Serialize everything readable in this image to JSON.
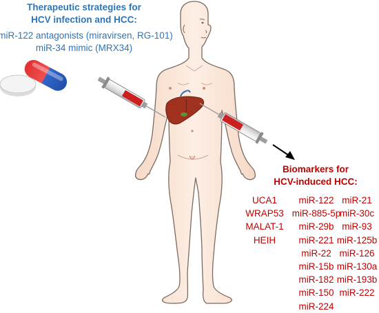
{
  "therapy": {
    "title_line1": "Therapeutic strategies for",
    "title_line2": "HCV infection and HCC:",
    "item1": "miR-122 antagonists (miravirsen, RG-101)",
    "item2": "miR-34 mimic (MRX34)"
  },
  "biomarkers": {
    "title_line1": "Biomarkers for",
    "title_line2": "HCV-induced HCC:",
    "lncrna": [
      "UCA1",
      "WRAP53",
      "MALAT-1",
      "HEIH"
    ],
    "mirna_col1": [
      "miR-122",
      "miR-885-5p",
      "miR-29b",
      "miR-221",
      "miR-22",
      "miR-15b",
      "miR-182",
      "miR-150",
      "miR-224"
    ],
    "mirna_col2": [
      "miR-21",
      "miR-30c",
      "miR-93",
      "miR-125b",
      "miR-126",
      "miR-130a",
      "miR-193b",
      "miR-222"
    ]
  },
  "colors": {
    "therapy_text": "#2e75b6",
    "biomarker_text": "#c00000",
    "body_fill": "#fbe7da",
    "body_outline": "#7a6a60",
    "liver": "#a0311e",
    "syringe_blood": "#cc1f1f"
  },
  "icons": [
    "human-body-icon",
    "liver-icon",
    "pill-icon",
    "syringe-icon",
    "arrow-icon"
  ]
}
